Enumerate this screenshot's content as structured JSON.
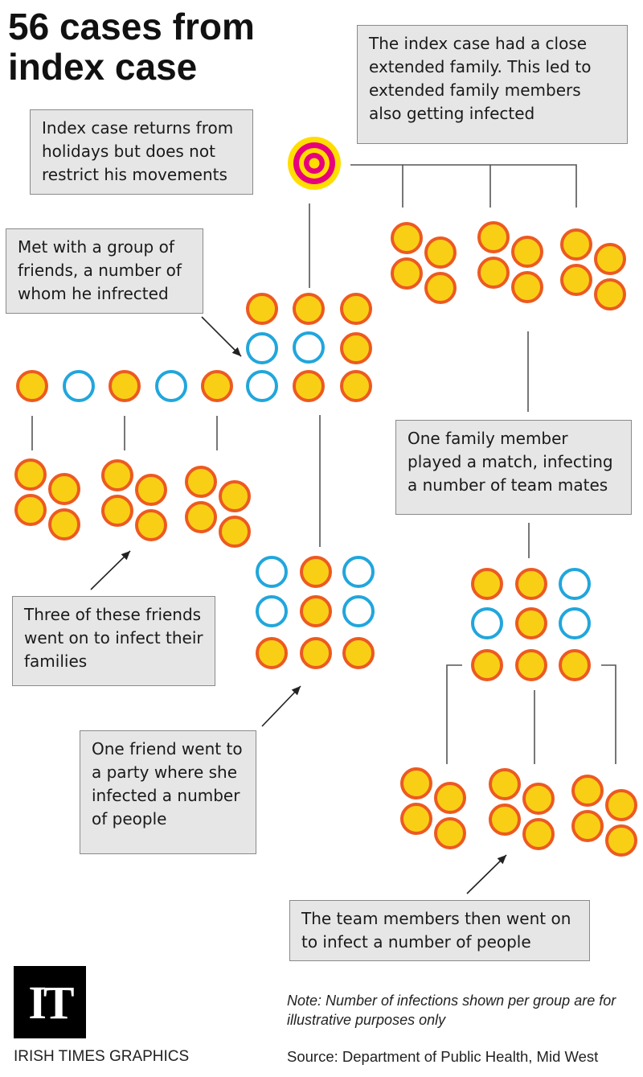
{
  "title": "56 cases from index case",
  "annotations": {
    "index_returns": "Index case returns from holidays but does not restrict his movements",
    "extended_family": "The index case had a close extended family. This led to extended family members also getting infected",
    "met_friends": "Met with a group of friends, a number of whom he infrected",
    "family_member_match": "One family member played a match, infecting a number of team mates",
    "three_friends": "Three of these friends went on to infect their families",
    "friend_party": "One friend went to a party where she infected a number of people",
    "team_members": "The team members then went on to infect a number of people"
  },
  "footer": {
    "logo": "IT",
    "credit": "IRISH TIMES GRAPHICS",
    "note": "Note: Number of infections shown per group are for illustrative purposes only",
    "source": "Source: Department of Public Health, Mid West"
  },
  "colors": {
    "infected_fill": "#f9cf16",
    "infected_ring": "#ec5a21",
    "uninfected_ring": "#21a6dc",
    "index_outer": "#ffdd00",
    "index_ring": "#e6007e",
    "line": "#555555",
    "box_fill": "#e6e6e6"
  },
  "legend_semantics": {
    "infected": "filled-yellow-orange-circle",
    "not_infected": "empty-blue-circle",
    "index_case": "target-circle"
  }
}
